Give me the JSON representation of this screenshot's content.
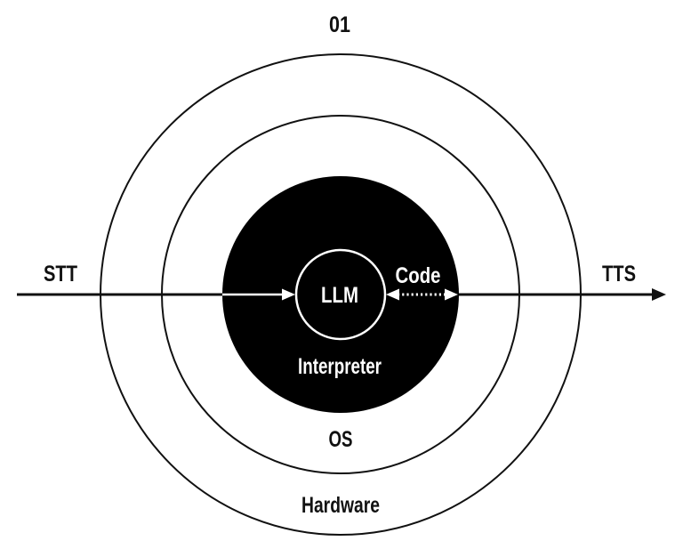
{
  "diagram": {
    "title": "01",
    "labels": {
      "stt": "STT",
      "tts": "TTS",
      "code": "Code"
    },
    "rings": {
      "core": "LLM",
      "interpreter": "Interpreter",
      "os": "OS",
      "hardware": "Hardware"
    },
    "colors": {
      "background": "#ffffff",
      "line": "#111111",
      "core_fill": "#000000",
      "text_dark": "#111111",
      "text_inverse": "#ffffff"
    }
  }
}
